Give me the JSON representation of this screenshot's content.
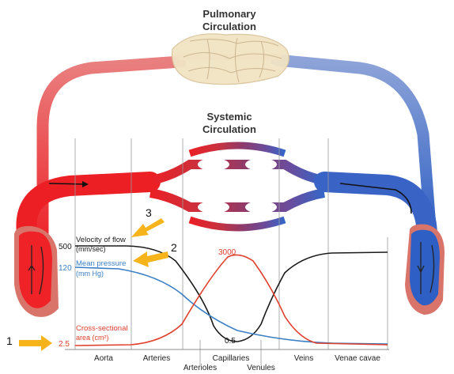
{
  "titles": {
    "pulmonary_line1": "Pulmonary",
    "pulmonary_line2": "Circulation",
    "systemic_line1": "Systemic",
    "systemic_line2": "Circulation"
  },
  "curves": {
    "velocity_label": "Velocity of flow",
    "velocity_unit": "(mm/sec)",
    "velocity_value": "500",
    "pressure_label": "Mean pressure",
    "pressure_unit": "(mm Hg)",
    "pressure_value": "120",
    "area_label": "Cross-sectional",
    "area_unit": "area (cm²)",
    "area_value": "2.5",
    "area_peak_value": "3000",
    "velocity_min_value": "0.5"
  },
  "segments": {
    "aorta": "Aorta",
    "arteries": "Arteries",
    "arterioles": "Arterioles",
    "capillaries": "Capillaries",
    "venules": "Venules",
    "veins": "Veins",
    "venae_cavae": "Venae cavae"
  },
  "callouts": {
    "one": "1",
    "two": "2",
    "three": "3"
  },
  "colors": {
    "arterial_red": "#e3262a",
    "venous_blue": "#3a67c8",
    "pressure_blue": "#3b7fc4",
    "area_red": "#e0402e",
    "velocity_black": "#1a1a1a",
    "callout_arrow": "#f7b31a",
    "lung_fill": "#f1e4c4"
  }
}
